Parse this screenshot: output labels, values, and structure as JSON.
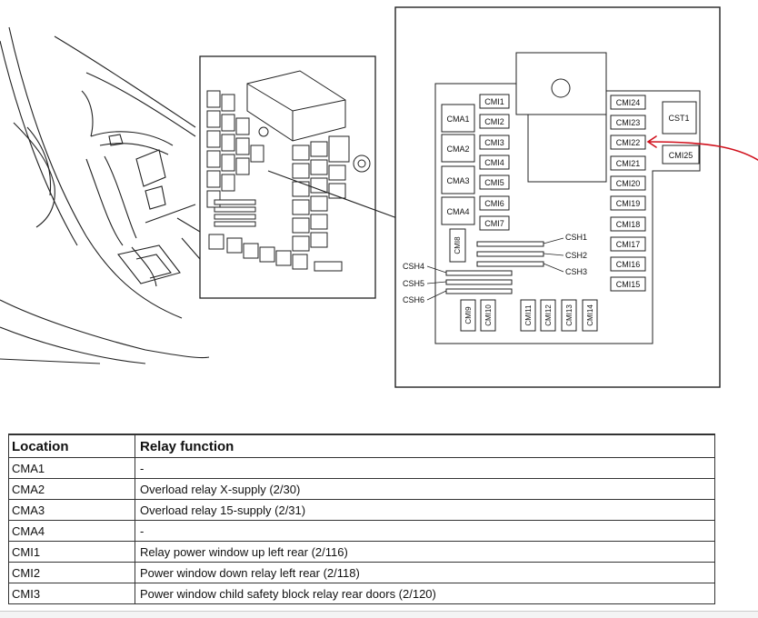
{
  "colors": {
    "ink": "#111111",
    "annotation_arrow": "#d0101c"
  },
  "diagram": {
    "left_group": [
      "CMA1",
      "CMA2",
      "CMA3",
      "CMA4"
    ],
    "left_cmi": [
      "CMI1",
      "CMI2",
      "CMI3",
      "CMI4",
      "CMI5",
      "CMI6",
      "CMI7"
    ],
    "right_cmi": [
      "CMI24",
      "CMI23",
      "CMI22",
      "CMI21",
      "CMI20",
      "CMI19",
      "CMI18",
      "CMI17",
      "CMI16",
      "CMI15"
    ],
    "cst1": "CST1",
    "cmi25": "CMI25",
    "cmi8": "CMI8",
    "bottom_cmi": [
      "CMI9",
      "CMI10",
      "CMI11",
      "CMI12",
      "CMI13",
      "CMI14"
    ],
    "shunts": [
      "CSH1",
      "CSH2",
      "CSH3",
      "CSH4",
      "CSH5",
      "CSH6"
    ]
  },
  "table": {
    "headers": {
      "location": "Location",
      "function": "Relay function"
    },
    "rows": [
      {
        "location": "CMA1",
        "function": "-"
      },
      {
        "location": "CMA2",
        "function": "Overload relay X-supply (2/30)"
      },
      {
        "location": "CMA3",
        "function": "Overload relay 15-supply (2/31)"
      },
      {
        "location": "CMA4",
        "function": "-"
      },
      {
        "location": "CMI1",
        "function": "Relay power window up left rear (2/116)"
      },
      {
        "location": "CMI2",
        "function": "Power window down relay left rear (2/118)"
      },
      {
        "location": "CMI3",
        "function": "Power window child safety block relay rear doors (2/120)"
      }
    ]
  }
}
